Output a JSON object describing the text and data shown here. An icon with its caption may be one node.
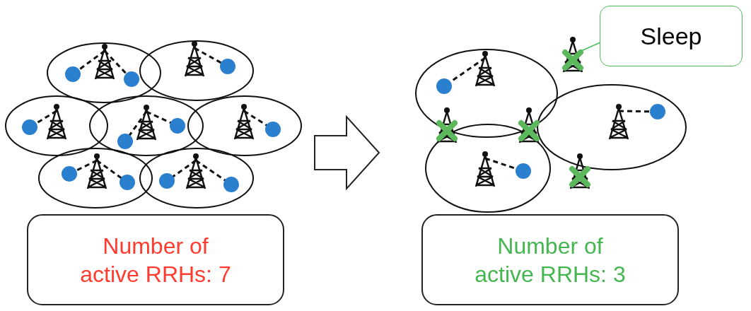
{
  "diagram": {
    "nodes": [
      {
        "text": [
          "Number of active RRHs: 7"
        ]
      },
      {
        "text": [
          "Number of active RRHs: 3"
        ]
      },
      {
        "text": [
          "Sleep"
        ]
      },
      {
        "text": [],
        "shape": "tower"
      }
    ],
    "edges": [
      {
        "from": 2,
        "to": 3,
        "arrow": "none"
      }
    ]
  }
}
